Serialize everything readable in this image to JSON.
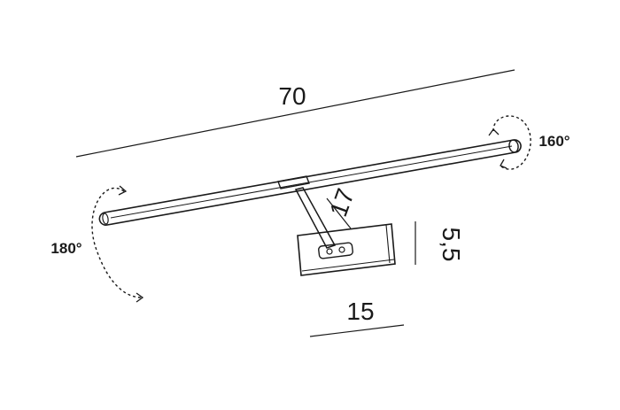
{
  "dimensions": {
    "length": "70",
    "arm": "17",
    "base_height": "5,5",
    "base_width": "15"
  },
  "rotations": {
    "left": "180°",
    "right": "160°"
  },
  "colors": {
    "stroke": "#1a1a1a",
    "background": "#ffffff"
  }
}
